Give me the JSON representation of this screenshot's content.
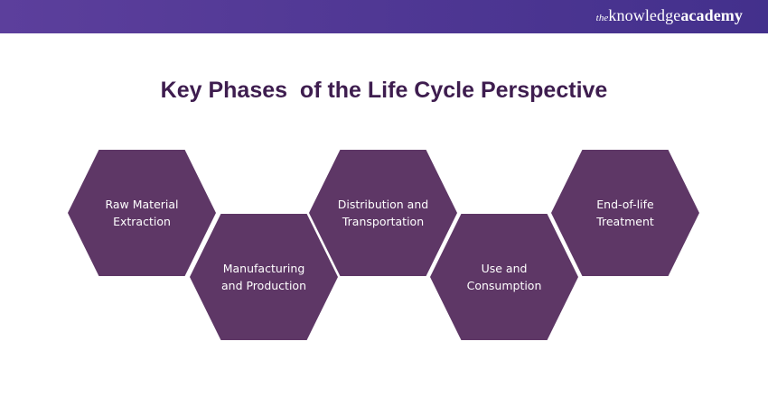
{
  "header": {
    "brand_prefix": "the",
    "brand_regular": "knowledge",
    "brand_bold": "academy"
  },
  "title": "Key Phases  of the Life Cycle Perspective",
  "colors": {
    "header_start": "#5c3f9c",
    "header_end": "#43308c",
    "title": "#3e1d4f",
    "hexagon_fill": "#5e3766",
    "hexagon_text": "#ffffff"
  },
  "phases": [
    {
      "label": "Raw Material\nExtraction"
    },
    {
      "label": "Manufacturing\nand Production"
    },
    {
      "label": "Distribution and\nTransportation"
    },
    {
      "label": "Use and\nConsumption"
    },
    {
      "label": "End-of-life\nTreatment"
    }
  ]
}
